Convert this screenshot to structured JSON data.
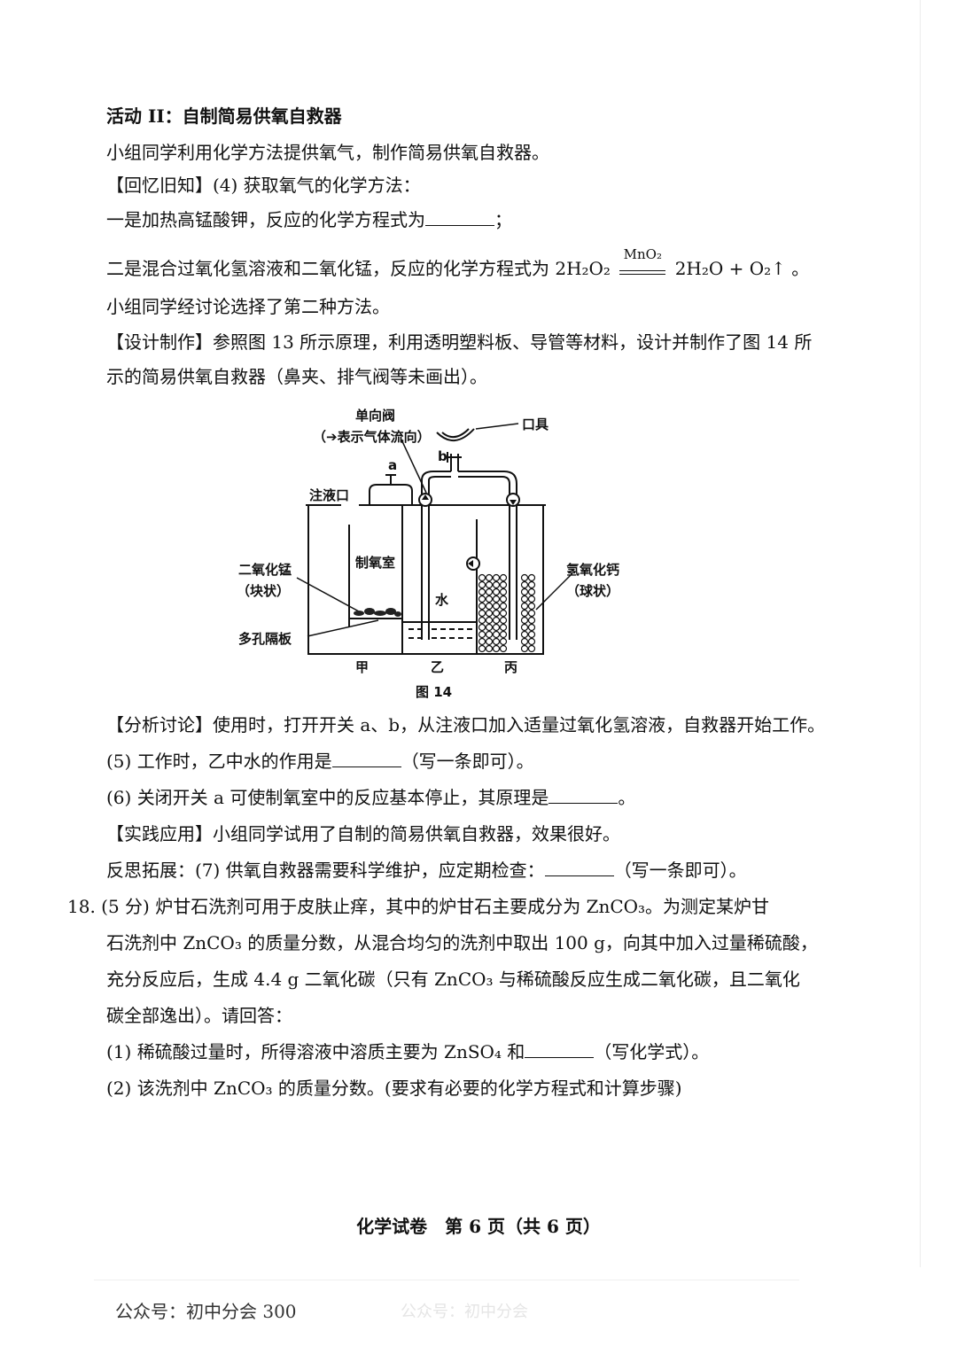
{
  "activity_title": "活动 II：自制简易供氧自救器",
  "intro": "小组同学利用化学方法提供氧气，制作简易供氧自救器。",
  "recall": "【回忆旧知】(4) 获取氧气的化学方法：",
  "method1_text": "一是加热高锰酸钾，反应的化学方程式为",
  "method1_end": "；",
  "method2_text": "二是混合过氧化氢溶液和二氧化锰，反应的化学方程式为 2H₂O₂",
  "method2_catalyst": "MnO₂",
  "method2_products": "2H₂O + O₂↑ 。",
  "choose": "小组同学经讨论选择了第二种方法。",
  "design_1": "【设计制作】参照图 13 所示原理，利用透明塑料板、导管等材料，设计并制作了图 14 所",
  "design_2": "示的简易供氧自救器（鼻夹、排气阀等未画出）。",
  "figure": {
    "label_valve": "单向阀",
    "label_valve_note": "（➔表示气体流向）",
    "label_mouth": "口具",
    "label_b": "b",
    "label_a": "a",
    "label_inlet": "注液口",
    "label_mno2": "二氧化锰",
    "label_mno2_form": "（块状）",
    "label_chamber": "制氧室",
    "label_water": "水",
    "label_caoh": "氢氧化钙",
    "label_caoh_form": "（球状）",
    "label_plate": "多孔隔板",
    "label_jia": "甲",
    "label_yi": "乙",
    "label_bing": "丙",
    "caption": "图 14"
  },
  "analysis": "【分析讨论】使用时，打开开关 a、b，从注液口加入适量过氧化氢溶液，自救器开始工作。",
  "q5_text": "(5) 工作时，乙中水的作用是",
  "q5_end": "（写一条即可）。",
  "q6_text": "(6) 关闭开关 a 可使制氧室中的反应基本停止，其原理是",
  "q6_end": "。",
  "practice": "【实践应用】小组同学试用了自制的简易供氧自救器，效果很好。",
  "q7_text": "反思拓展：(7) 供氧自救器需要科学维护，应定期检查：",
  "q7_end": "（写一条即可）。",
  "q18_1": "18. (5 分) 炉甘石洗剂可用于皮肤止痒，其中的炉甘石主要成分为 ZnCO₃。为测定某炉甘",
  "q18_2": "石洗剂中 ZnCO₃ 的质量分数，从混合均匀的洗剂中取出 100 g，向其中加入过量稀硫酸，",
  "q18_3": "充分反应后，生成 4.4 g 二氧化碳（只有 ZnCO₃ 与稀硫酸反应生成二氧化碳，且二氧化",
  "q18_4": "碳全部逸出）。请回答：",
  "q18_sub1_text": "(1) 稀硫酸过量时，所得溶液中溶质主要为 ZnSO₄ 和",
  "q18_sub1_end": "（写化学式）。",
  "q18_sub2": "(2) 该洗剂中 ZnCO₃ 的质量分数。(要求有必要的化学方程式和计算步骤)",
  "footer": "化学试卷　第 6 页（共 6 页）",
  "watermark_left": "公众号：初中分会 300",
  "watermark_right": "公众号：初中分会"
}
